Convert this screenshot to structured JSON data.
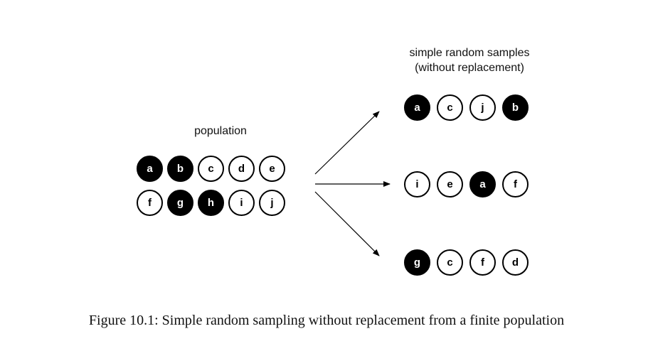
{
  "labels": {
    "population": "population",
    "samples_line1": "simple random samples",
    "samples_line2": "(without replacement)"
  },
  "caption": "Figure 10.1: Simple random sampling without replacement from a finite population",
  "population": [
    [
      {
        "letter": "a",
        "filled": true
      },
      {
        "letter": "b",
        "filled": true
      },
      {
        "letter": "c",
        "filled": false
      },
      {
        "letter": "d",
        "filled": false
      },
      {
        "letter": "e",
        "filled": false
      }
    ],
    [
      {
        "letter": "f",
        "filled": false
      },
      {
        "letter": "g",
        "filled": true
      },
      {
        "letter": "h",
        "filled": true
      },
      {
        "letter": "i",
        "filled": false
      },
      {
        "letter": "j",
        "filled": false
      }
    ]
  ],
  "samples": [
    [
      {
        "letter": "a",
        "filled": true
      },
      {
        "letter": "c",
        "filled": false
      },
      {
        "letter": "j",
        "filled": false
      },
      {
        "letter": "b",
        "filled": true
      }
    ],
    [
      {
        "letter": "i",
        "filled": false
      },
      {
        "letter": "e",
        "filled": false
      },
      {
        "letter": "a",
        "filled": true
      },
      {
        "letter": "f",
        "filled": false
      }
    ],
    [
      {
        "letter": "g",
        "filled": true
      },
      {
        "letter": "c",
        "filled": false
      },
      {
        "letter": "f",
        "filled": false
      },
      {
        "letter": "d",
        "filled": false
      }
    ]
  ],
  "colors": {
    "filled": "#000000",
    "hollow": "#ffffff",
    "stroke": "#000000"
  }
}
